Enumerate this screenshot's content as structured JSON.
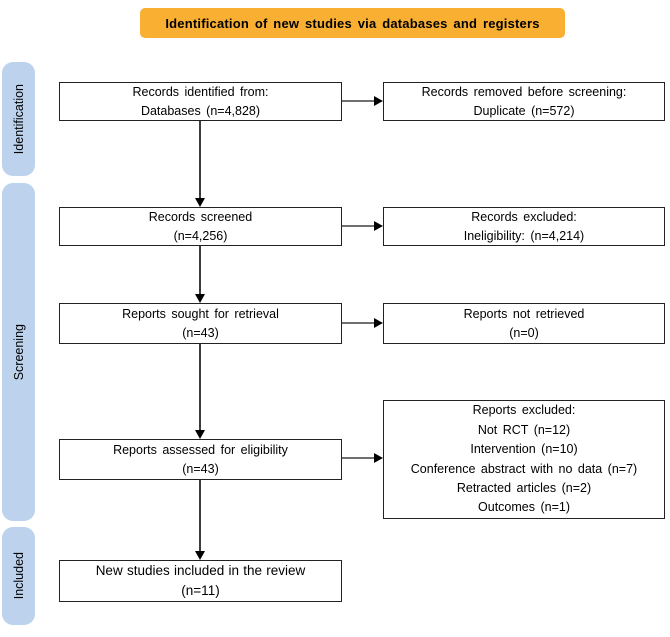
{
  "header": {
    "title": "Identification of new studies via databases and registers"
  },
  "colors": {
    "banner_bg": "#F9B032",
    "sidebar_bg": "#BDD2EC"
  },
  "sidebar": {
    "items": [
      {
        "label": "Identification"
      },
      {
        "label": "Screening"
      },
      {
        "label": "Included"
      }
    ]
  },
  "flow": {
    "left_column": [
      {
        "lines": [
          "Records identified from:",
          "Databases (n=4,828)"
        ]
      },
      {
        "lines": [
          "Records screened",
          "(n=4,256)"
        ]
      },
      {
        "lines": [
          "Reports sought for retrieval",
          "(n=43)"
        ]
      },
      {
        "lines": [
          "Reports assessed for eligibility",
          "(n=43)"
        ]
      },
      {
        "lines": [
          "New studies included in the review",
          "(n=11)"
        ]
      }
    ],
    "right_column": [
      {
        "lines": [
          "Records removed before screening:",
          "Duplicate (n=572)"
        ]
      },
      {
        "lines": [
          "Records excluded:",
          "Ineligibility: (n=4,214)"
        ]
      },
      {
        "lines": [
          "Reports not retrieved",
          "(n=0)"
        ]
      },
      {
        "lines": [
          "Reports excluded:",
          "Not RCT (n=12)",
          "Intervention (n=10)",
          "Conference abstract with no data (n=7)",
          "Retracted articles (n=2)",
          "Outcomes (n=1)"
        ]
      }
    ]
  }
}
